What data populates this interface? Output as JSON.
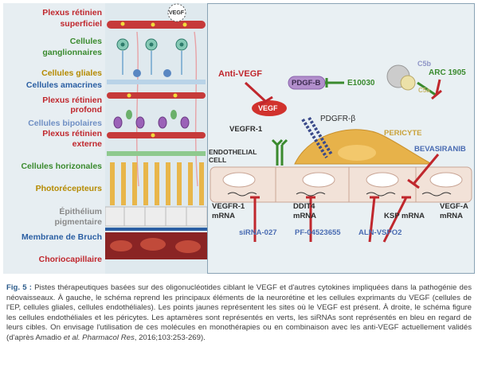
{
  "left_labels": [
    {
      "text": "Plexus rétinien",
      "color": "red"
    },
    {
      "text": "superficiel",
      "color": "red"
    },
    {
      "text": "Cellules",
      "color": "green"
    },
    {
      "text": "ganglionnaires",
      "color": "green"
    },
    {
      "text": "Cellules gliales",
      "color": "gold"
    },
    {
      "text": "Cellules amacrines",
      "color": "blue"
    },
    {
      "text": "Plexus rétinien",
      "color": "red"
    },
    {
      "text": "profond",
      "color": "red"
    },
    {
      "text": "Cellules bipolaires",
      "color": "lblue"
    },
    {
      "text": "Plexus rétinien",
      "color": "red"
    },
    {
      "text": "externe",
      "color": "red"
    },
    {
      "text": "Cellules horizonales",
      "color": "green"
    },
    {
      "text": "Photorécepteurs",
      "color": "gold"
    },
    {
      "text": "Épithélium",
      "color": "gray"
    },
    {
      "text": "pigmentaire",
      "color": "gray"
    },
    {
      "text": "Membrane de Bruch",
      "color": "blue"
    },
    {
      "text": "Choriocapillaire",
      "color": "red"
    }
  ],
  "bubble": "VEGF",
  "right": {
    "anti_vegf": "Anti-VEGF",
    "vegf": "VEGF",
    "pdgfb": "PDGF-B",
    "e10030": "E10030",
    "c5b": "C5b",
    "c5a": "C5a",
    "arc1905": "ARC 1905",
    "pdgfr": "PDGFR-β",
    "vegfr1": "VEGFR-1",
    "endo_cell_1": "ENDOTHELIAL",
    "endo_cell_2": "CELL",
    "pericyte": "PERICYTE",
    "bevasiranib": "BEVASIRANIB",
    "m1a": "VEGFR-1",
    "m1b": "mRNA",
    "m2a": "DDIT4",
    "m2b": "mRNA",
    "m3a": "KSP mRNA",
    "m4a": "VEGF-A",
    "m4b": "mRNA",
    "sirna": "siRNA-027",
    "pf": "PF-04523655",
    "aln": "ALN-VSPO2"
  },
  "caption": {
    "fig": "Fig. 5 :",
    "text": "Pistes thérapeutiques basées sur des oligonucléotides ciblant le VEGF et d'autres cytokines impliquées dans la pathogénie des néovaisseaux. À gauche, le schéma reprend les principaux éléments de la neurorétine et les cellules exprimants du VEGF (cellules de l'EP, cellules gliales, cellules endothéliales). Les points jaunes représentent les sites où le VEGF est présent. À droite, le schéma figure les cellules endothéliales et les péricytes. Les aptamères sont représentés en verts, les siRNAs sont représentés en bleu en regard de leurs cibles. On envisage l'utilisation de ces molécules en monothérapies ou en combinaison avec les anti-VEGF actuellement validés (d'après Amadio ",
    "ital": "et al. Pharmacol Res",
    "tail": ", 2016;103:253-269)."
  },
  "colors": {
    "red": "#c0272d",
    "green": "#3a8a2e",
    "blue": "#2b5fa3",
    "gold": "#b58a00",
    "bg": "#e7eef2"
  }
}
